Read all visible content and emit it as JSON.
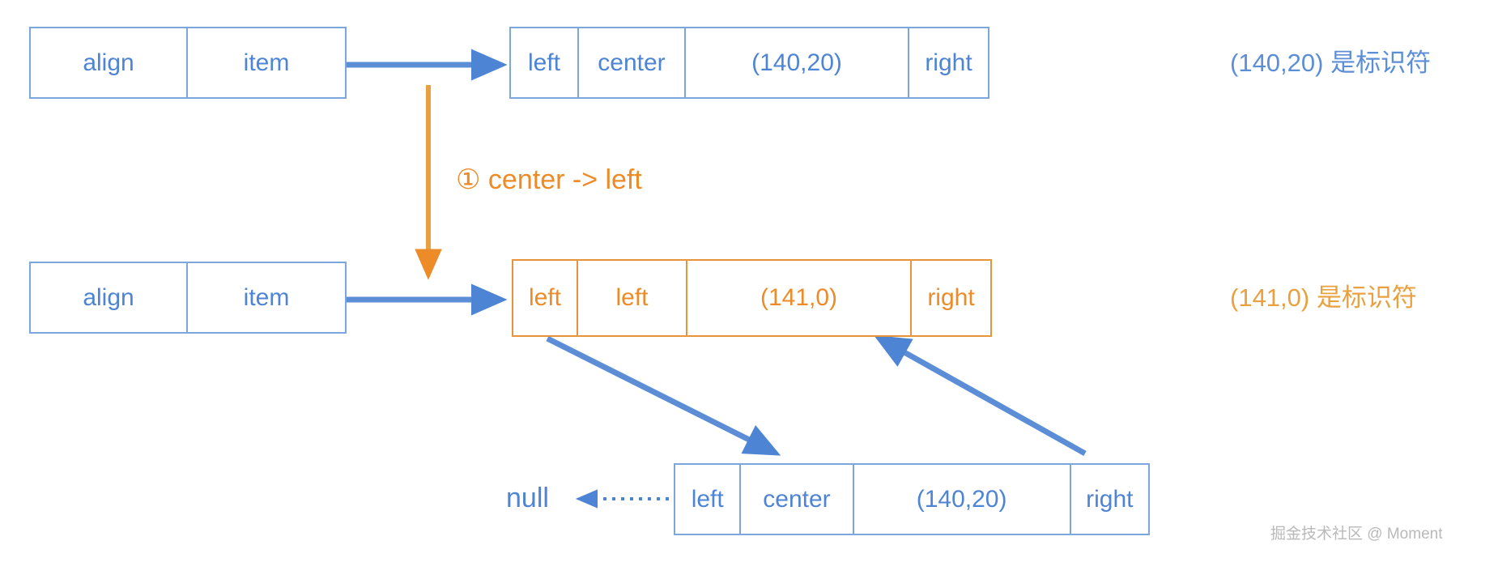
{
  "diagram": {
    "title": "linked-list node transform diagram",
    "colors": {
      "blue_stroke": "#7ba7dd",
      "blue_text": "#4e84d4",
      "orange_stroke": "#e8943a",
      "orange_text": "#ec8b27",
      "watermark": "#b9b9b9"
    },
    "top_row": {
      "align_item_box": {
        "cells": [
          "align",
          "item"
        ]
      },
      "node": {
        "cells": [
          "left",
          "center",
          "(140,20)",
          "right"
        ]
      },
      "side_note": "(140,20) 是标识符"
    },
    "step": {
      "marker": "①",
      "text": "center -> left",
      "full": "① center -> left"
    },
    "middle_row": {
      "align_item_box": {
        "cells": [
          "align",
          "item"
        ]
      },
      "node": {
        "cells": [
          "left",
          "left",
          "(141,0)",
          "right"
        ]
      },
      "side_note": "(141,0) 是标识符"
    },
    "bottom_row": {
      "null_label": "null",
      "node": {
        "cells": [
          "left",
          "center",
          "(140,20)",
          "right"
        ]
      }
    },
    "watermark": "掘金技术社区 @ Moment"
  }
}
